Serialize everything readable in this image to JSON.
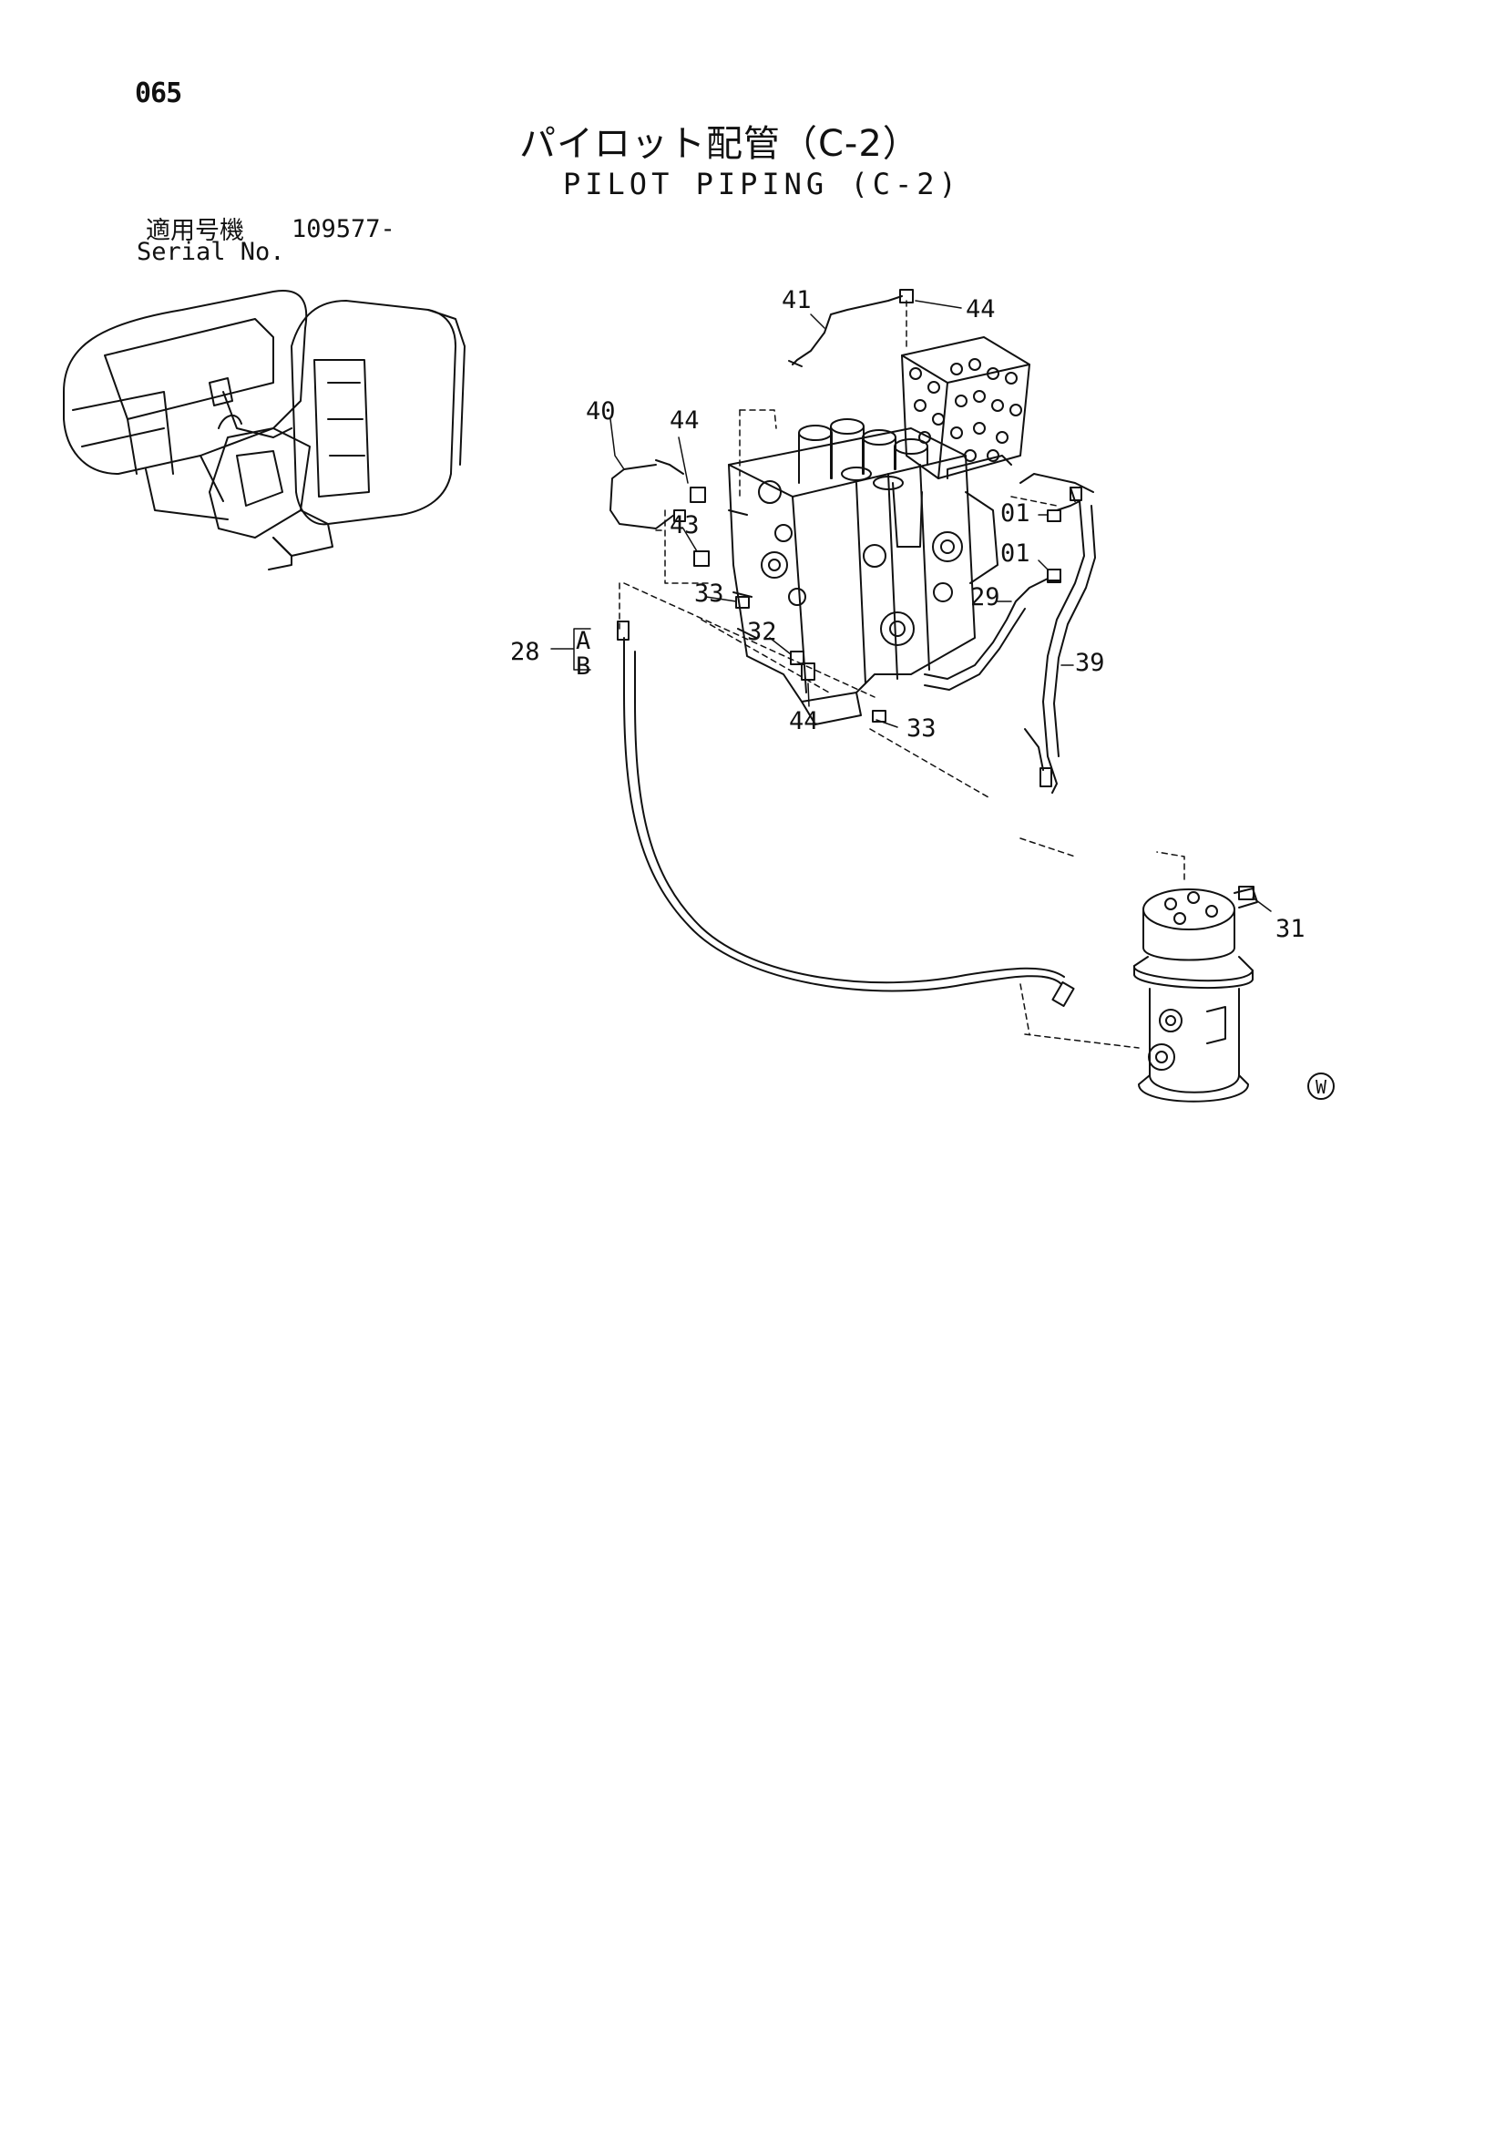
{
  "page": {
    "number": "065",
    "title_jp": "パイロット配管（C-2）",
    "title_en": "PILOT PIPING (C-2)",
    "serial_label_jp": "適用号機",
    "serial_value": "109577-",
    "serial_label_en": "Serial No."
  },
  "callouts": {
    "c41": "41",
    "c44_top": "44",
    "c40": "40",
    "c44_mid": "44",
    "c43": "43",
    "c01_upper": "01",
    "c01_lower": "01",
    "c33_left": "33",
    "c32": "32",
    "c29": "29",
    "c39": "39",
    "c28": "28",
    "c28_a": "A",
    "c28_b": "B",
    "c44_bottom": "44",
    "c33_bottom": "33",
    "c31": "31",
    "w_mark": "W"
  }
}
